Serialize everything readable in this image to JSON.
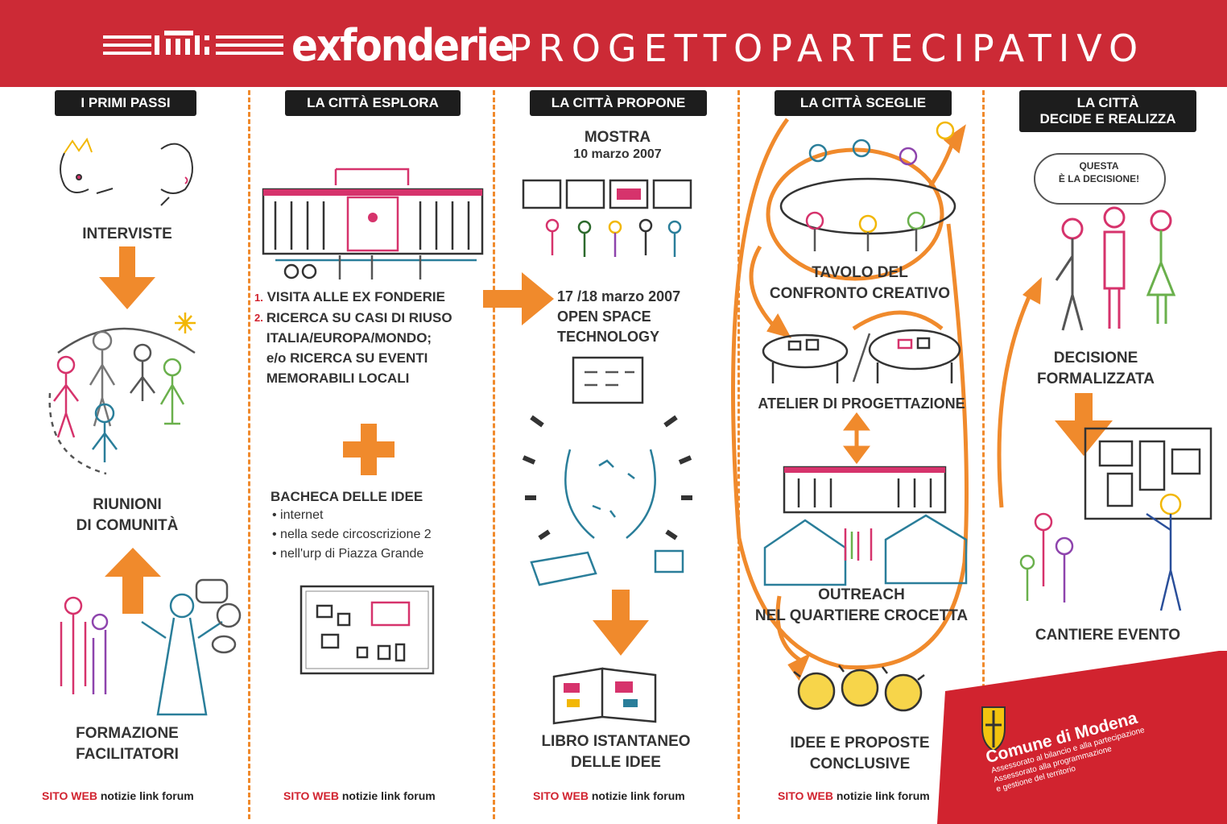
{
  "header": {
    "logo_text": "exfonderie",
    "title": "PROGETTOPARTECIPATIVO",
    "bg_color": "#cc2a36"
  },
  "accent_color": "#f08a2c",
  "columns": [
    {
      "tab": "I PRIMI PASSI",
      "items": [
        "INTERVISTE",
        "RIUNIONI\nDI COMUNITÀ",
        "FORMAZIONE\nFACILITATORI"
      ]
    },
    {
      "tab": "LA CITTÀ ESPLORA",
      "list": [
        "VISITA ALLE EX FONDERIE",
        "RICERCA SU CASI DI RIUSO\nITALIA/EUROPA/MONDO;\ne/o RICERCA SU EVENTI\nMEMORABILI LOCALI"
      ],
      "list_numbers": [
        "1.",
        "2."
      ],
      "bacheca_title": "BACHECA DELLE IDEE",
      "bacheca_items": [
        "internet",
        "nella sede circoscrizione 2",
        "nell'urp di Piazza Grande"
      ]
    },
    {
      "tab": "LA CITTÀ PROPONE",
      "mostra_title": "MOSTRA",
      "mostra_date": "10 marzo 2007",
      "open_space": "17 /18 marzo 2007\nOPEN SPACE\nTECHNOLOGY",
      "libro": "LIBRO ISTANTANEO\nDELLE IDEE"
    },
    {
      "tab": "LA CITTÀ SCEGLIE",
      "items": [
        "TAVOLO DEL\nCONFRONTO CREATIVO",
        "ATELIER DI PROGETTAZIONE",
        "OUTREACH\nNEL QUARTIERE CROCETTA",
        "IDEE E PROPOSTE\nCONCLUSIVE"
      ]
    },
    {
      "tab": "LA CITTÀ\nDECIDE E REALIZZA",
      "bubble": "QUESTA\nÈ LA DECISIONE!",
      "items": [
        "DECISIONE\nFORMALIZZATA",
        "CANTIERE EVENTO"
      ]
    }
  ],
  "footer_web": {
    "red": "SITO WEB",
    "rest": "notizie link forum"
  },
  "comune": {
    "name": "Comune di Modena",
    "sub": "Assessorato al bilancio e alla partecipazione\nAssessorato alla programmazione\ne gestione del territorio"
  }
}
